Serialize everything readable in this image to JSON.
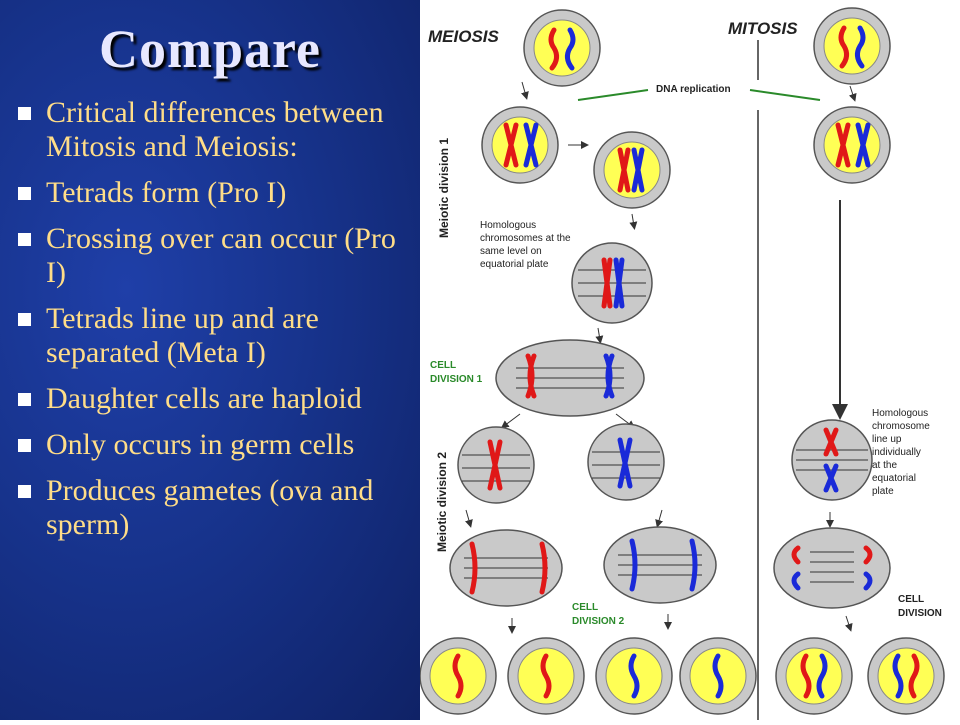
{
  "slide": {
    "title": "Compare",
    "bullets": [
      "Critical differences between Mitosis and Meiosis:",
      "Tetrads form (Pro I)",
      "Crossing over can occur (Pro I)",
      "Tetrads line up and are separated (Meta I)",
      "Daughter cells are haploid",
      "Only occurs in germ cells",
      "Produces gametes (ova and sperm)"
    ]
  },
  "diagram": {
    "meiosis_label": "MEIOSIS",
    "mitosis_label": "MITOSIS",
    "dna_replication": "DNA replication",
    "meiotic_division_1": "Meiotic division 1",
    "meiotic_division_2": "Meiotic division 2",
    "homologous_note": [
      "Homologous",
      "chromosomes at the",
      "same level on",
      "equatorial plate"
    ],
    "cell_division_1": [
      "CELL",
      "DIVISION 1"
    ],
    "cell_division_2": [
      "CELL",
      "DIVISION 2"
    ],
    "cell_division": [
      "CELL",
      "DIVISION"
    ],
    "mitosis_note": [
      "Homologous",
      "chromosome",
      "line up",
      "individually",
      "at the",
      "equatorial",
      "plate"
    ],
    "colors": {
      "cell_gray": "#c9c9c9",
      "nucleus_yellow": "#ffff55",
      "chromosome_red": "#e01818",
      "chromosome_blue": "#1a2ad8"
    }
  }
}
